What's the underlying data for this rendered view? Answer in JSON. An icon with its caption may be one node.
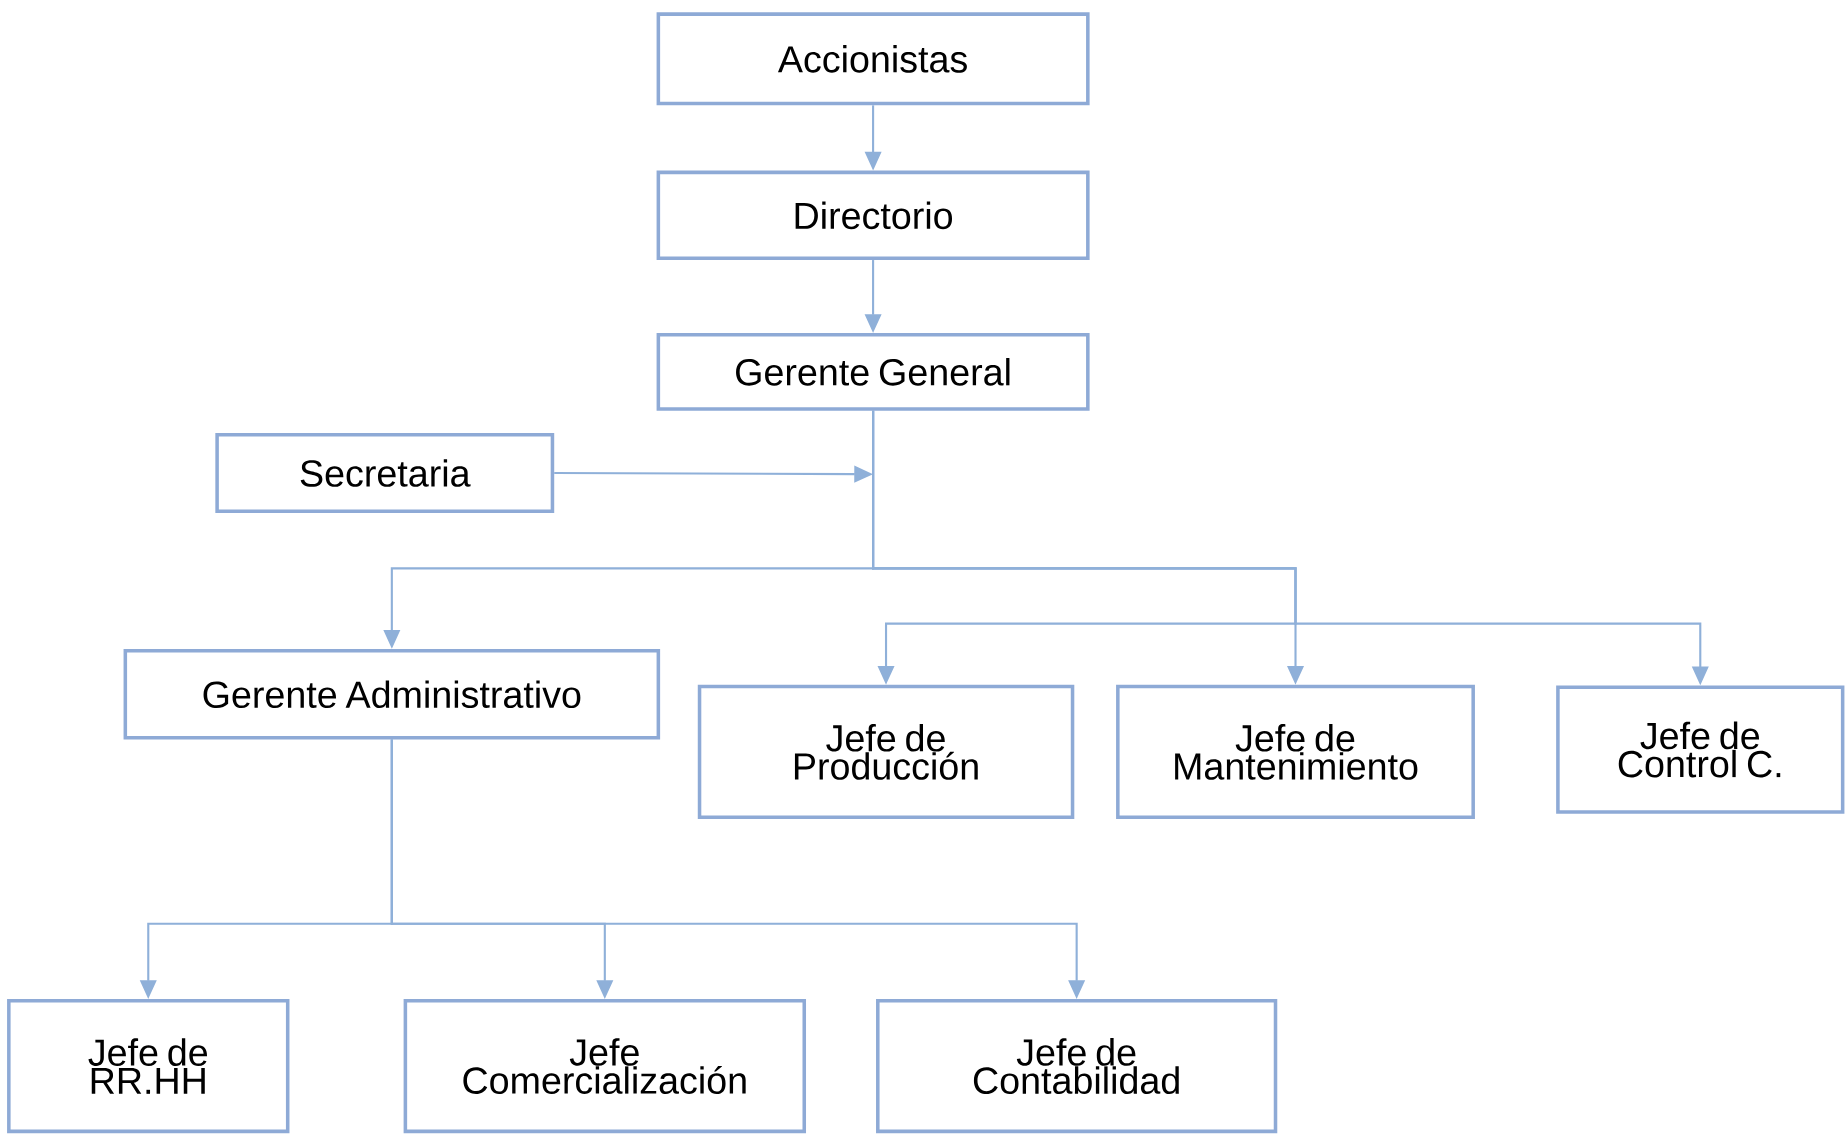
{
  "diagram": {
    "nodes": [
      {
        "text": [
          "Accionistas"
        ]
      },
      {
        "text": [
          "Directorio"
        ]
      },
      {
        "text": [
          "Gerente General"
        ]
      },
      {
        "text": [
          "Secretaria"
        ]
      },
      {
        "text": [
          "Gerente Administrativo"
        ]
      },
      {
        "text": [
          "Jefe de Producción"
        ]
      },
      {
        "text": [
          "Jefe de Mantenimiento"
        ]
      },
      {
        "text": [
          "Jefe de Control C."
        ]
      },
      {
        "text": [
          "Jefe de RR.HH"
        ]
      },
      {
        "text": [
          "Jefe Comercialización"
        ]
      },
      {
        "text": [
          "Jefe de Contabilidad"
        ]
      }
    ],
    "edges": [
      {
        "from": 0,
        "to": 1,
        "arrow": "to"
      },
      {
        "from": 1,
        "to": 2,
        "arrow": "to"
      },
      {
        "from": 3,
        "to": null,
        "arrow": "to"
      },
      {
        "from": 2,
        "to": 4,
        "arrow": "to"
      },
      {
        "from": 2,
        "to": 5,
        "arrow": "to"
      },
      {
        "from": 2,
        "to": 6,
        "arrow": "to"
      },
      {
        "from": 2,
        "to": 7,
        "arrow": "to"
      },
      {
        "from": 4,
        "to": 8,
        "arrow": "to"
      },
      {
        "from": 4,
        "to": 9,
        "arrow": "to"
      },
      {
        "from": 4,
        "to": 10,
        "arrow": "to"
      }
    ]
  }
}
